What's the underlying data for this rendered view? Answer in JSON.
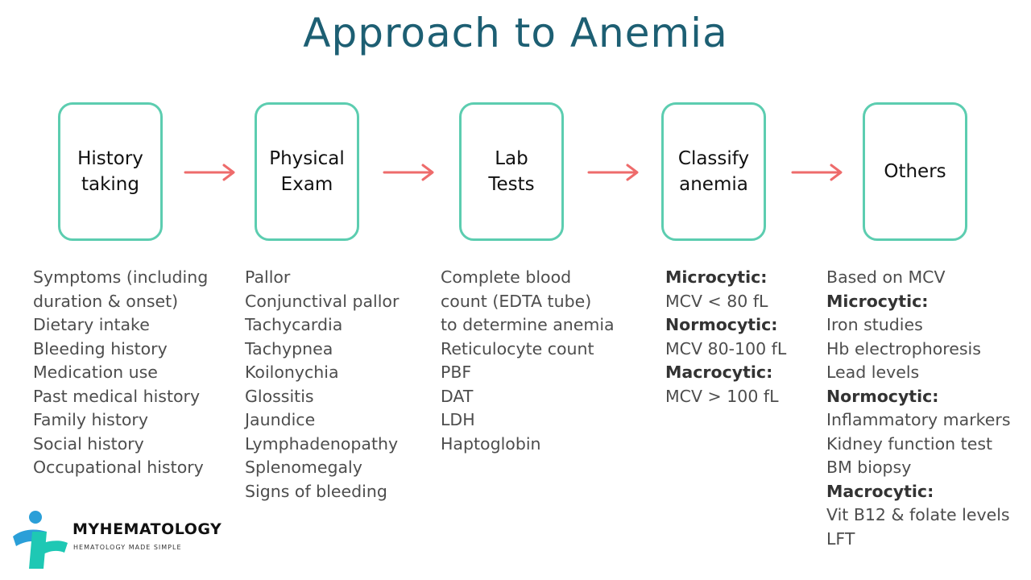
{
  "title": "Approach to Anemia",
  "colors": {
    "title": "#1d5f73",
    "box_border": "#5ccdb0",
    "arrow": "#ee6b6b",
    "text": "#4d4d4d",
    "logo_blue": "#2a9fd8",
    "logo_teal": "#1ec8b4"
  },
  "steps": [
    {
      "label": "History\ntaking"
    },
    {
      "label": "Physical\nExam"
    },
    {
      "label": "Lab\nTests"
    },
    {
      "label": "Classify\nanemia"
    },
    {
      "label": "Others"
    }
  ],
  "columns": [
    {
      "items": [
        {
          "text": "Symptoms (including",
          "head": false
        },
        {
          "text": "duration & onset)",
          "head": false
        },
        {
          "text": "Dietary intake",
          "head": false
        },
        {
          "text": "Bleeding history",
          "head": false
        },
        {
          "text": "Medication use",
          "head": false
        },
        {
          "text": "Past medical history",
          "head": false
        },
        {
          "text": "Family history",
          "head": false
        },
        {
          "text": "Social history",
          "head": false
        },
        {
          "text": "Occupational history",
          "head": false
        }
      ]
    },
    {
      "items": [
        {
          "text": "Pallor",
          "head": false
        },
        {
          "text": "Conjunctival pallor",
          "head": false
        },
        {
          "text": "Tachycardia",
          "head": false
        },
        {
          "text": "Tachypnea",
          "head": false
        },
        {
          "text": "Koilonychia",
          "head": false
        },
        {
          "text": "Glossitis",
          "head": false
        },
        {
          "text": "Jaundice",
          "head": false
        },
        {
          "text": "Lymphadenopathy",
          "head": false
        },
        {
          "text": "Splenomegaly",
          "head": false
        },
        {
          "text": "Signs of bleeding",
          "head": false
        }
      ]
    },
    {
      "items": [
        {
          "text": "Complete blood",
          "head": false
        },
        {
          "text": "count (EDTA tube)",
          "head": false
        },
        {
          "text": "to determine anemia",
          "head": false
        },
        {
          "text": "Reticulocyte count",
          "head": false
        },
        {
          "text": "PBF",
          "head": false
        },
        {
          "text": "DAT",
          "head": false
        },
        {
          "text": "LDH",
          "head": false
        },
        {
          "text": "Haptoglobin",
          "head": false
        }
      ]
    },
    {
      "items": [
        {
          "text": "Microcytic:",
          "head": true
        },
        {
          "text": "MCV < 80 fL",
          "head": false
        },
        {
          "text": "Normocytic:",
          "head": true
        },
        {
          "text": "MCV 80-100 fL",
          "head": false
        },
        {
          "text": "Macrocytic:",
          "head": true
        },
        {
          "text": "MCV > 100 fL",
          "head": false
        }
      ]
    },
    {
      "items": [
        {
          "text": "Based on MCV",
          "head": false
        },
        {
          "text": "Microcytic:",
          "head": true
        },
        {
          "text": "Iron studies",
          "head": false
        },
        {
          "text": "Hb electrophoresis",
          "head": false
        },
        {
          "text": "Lead levels",
          "head": false
        },
        {
          "text": "Normocytic:",
          "head": true
        },
        {
          "text": "Inflammatory markers",
          "head": false
        },
        {
          "text": "Kidney function test",
          "head": false
        },
        {
          "text": "BM biopsy",
          "head": false
        },
        {
          "text": "Macrocytic:",
          "head": true
        },
        {
          "text": "Vit B12 & folate levels",
          "head": false
        },
        {
          "text": "LFT",
          "head": false
        }
      ]
    }
  ],
  "logo": {
    "name": "MYHEMATOLOGY",
    "tagline": "HEMATOLOGY MADE SIMPLE",
    "icon": "person-cross-logo-icon"
  }
}
